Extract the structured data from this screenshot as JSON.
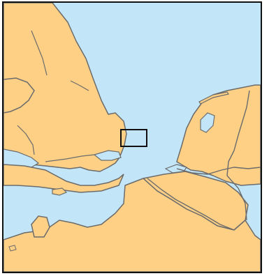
{
  "map": {
    "colors": {
      "sea": "#c2e6f7",
      "land": "#fdd086",
      "border": "#6b6b6b",
      "frame": "#111111",
      "highlight_box": "#111111",
      "neighbor_tint": "#f0d8ea"
    },
    "features": [
      "great-britain",
      "netherlands",
      "belgium",
      "france",
      "germany-edge"
    ],
    "highlight": "rectangle-off-suffolk-coast"
  }
}
